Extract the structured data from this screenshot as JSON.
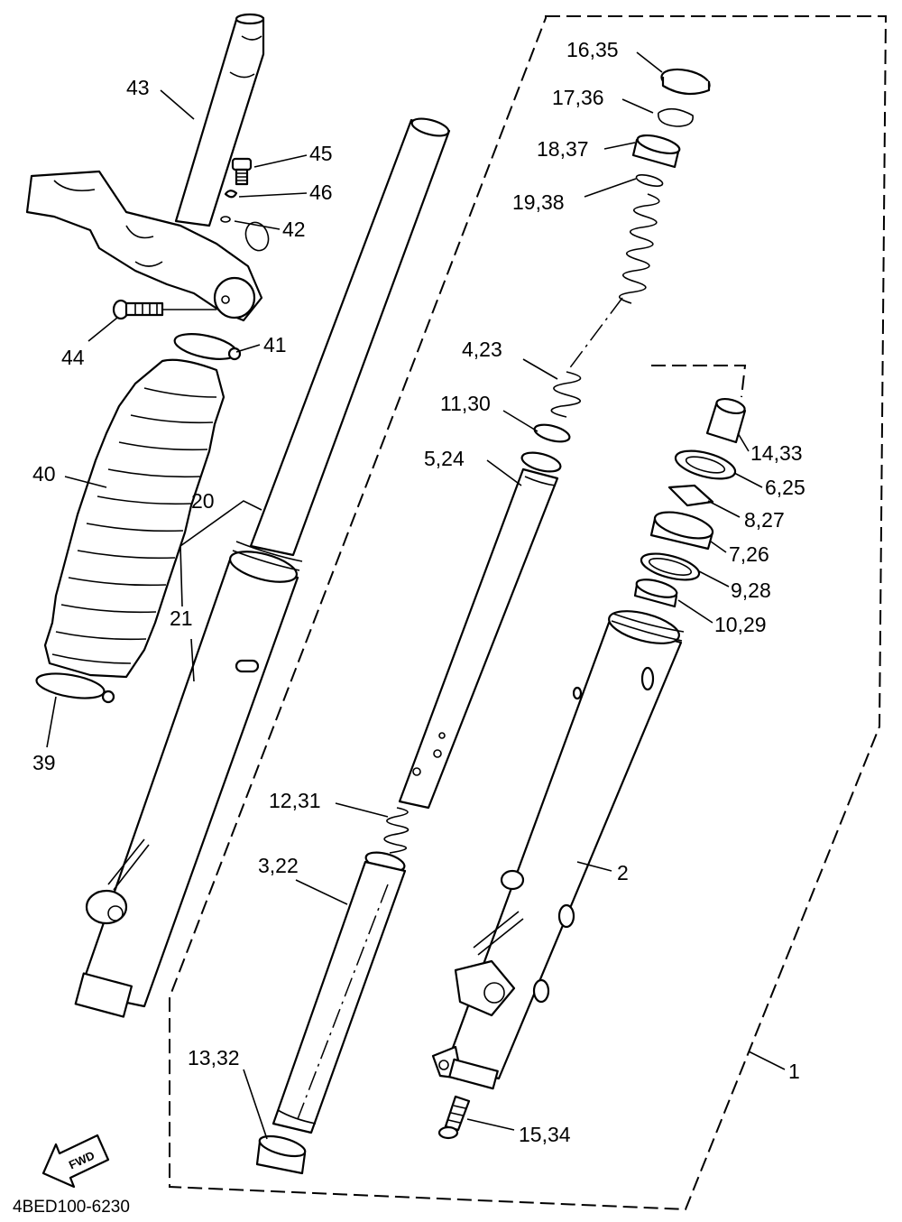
{
  "diagram_code": "4BED100-6230",
  "fwd_label": "FWD",
  "labels": {
    "l43": "43",
    "l45": "45",
    "l46": "46",
    "l42": "42",
    "l44": "44",
    "l41": "41",
    "l40": "40",
    "l39": "39",
    "l20": "20",
    "l21": "21",
    "l16_35": "16,35",
    "l17_36": "17,36",
    "l18_37": "18,37",
    "l19_38": "19,38",
    "l4_23": "4,23",
    "l11_30": "11,30",
    "l5_24": "5,24",
    "l14_33": "14,33",
    "l6_25": "6,25",
    "l8_27": "8,27",
    "l7_26": "7,26",
    "l9_28": "9,28",
    "l10_29": "10,29",
    "l12_31": "12,31",
    "l3_22": "3,22",
    "l2": "2",
    "l1": "1",
    "l13_32": "13,32",
    "l15_34": "15,34"
  }
}
